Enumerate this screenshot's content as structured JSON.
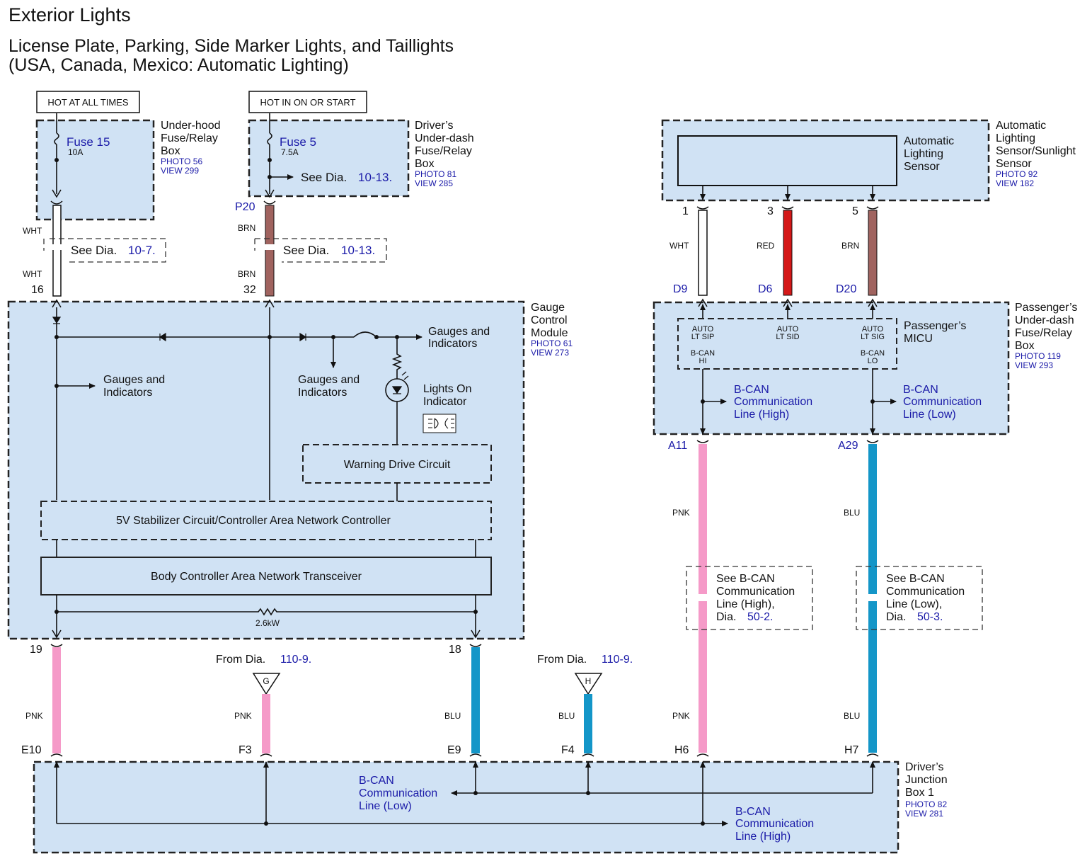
{
  "title": "Exterior Lights",
  "subtitle_line1": "License Plate, Parking, Side Marker Lights, and Taillights",
  "subtitle_line2": "(USA, Canada, Mexico: Automatic Lighting)",
  "hot_labels": {
    "at_all_times": "HOT AT ALL TIMES",
    "in_on_start": "HOT IN ON OR START"
  },
  "underhood": {
    "name_l1": "Under-hood",
    "name_l2": "Fuse/Relay",
    "name_l3": "Box",
    "photo": "PHOTO 56",
    "view": "VIEW 299",
    "fuse": "Fuse 15",
    "rating": "10A"
  },
  "underdash": {
    "name_l1": "Driver’s",
    "name_l2": "Under-dash",
    "name_l3": "Fuse/Relay",
    "name_l4": "Box",
    "photo": "PHOTO 81",
    "view": "VIEW 285",
    "fuse": "Fuse 5",
    "rating": "7.5A",
    "see": "See  Dia.",
    "see_ref": "10-13."
  },
  "splices": {
    "left_see": "See Dia.",
    "left_ref": "10-7.",
    "mid_see": "See Dia.",
    "mid_ref": "10-13."
  },
  "wires": {
    "wht": "WHT",
    "brn": "BRN",
    "red": "RED",
    "pnk": "PNK",
    "blu": "BLU",
    "pin16": "16",
    "pin32": "32",
    "p20": "P20",
    "pin1": "1",
    "pin3": "3",
    "pin5": "5",
    "d9": "D9",
    "d6": "D6",
    "d20": "D20",
    "a11": "A11",
    "a29": "A29",
    "pin19": "19",
    "pin18": "18",
    "e10": "E10",
    "f3": "F3",
    "e9": "E9",
    "f4": "F4",
    "h6": "H6",
    "h7": "H7"
  },
  "gauge": {
    "name_l1": "Gauge",
    "name_l2": "Control",
    "name_l3": "Module",
    "photo": "PHOTO 61",
    "view": "VIEW 273",
    "gi_right_l1": "Gauges and",
    "gi_right_l2": "Indicators",
    "gi_left_l1": "Gauges and",
    "gi_left_l2": "Indicators",
    "gi_mid_l1": "Gauges and",
    "gi_mid_l2": "Indicators",
    "lights_l1": "Lights On",
    "lights_l2": "Indicator",
    "warning": "Warning Drive Circuit",
    "stabilizer": "5V Stabilizer Circuit/Controller Area Network Controller",
    "transceiver": "Body Controller Area Network Transceiver",
    "resistor": "2.6kW"
  },
  "sensor": {
    "inner_l1": "Automatic",
    "inner_l2": "Lighting",
    "inner_l3": "Sensor",
    "name_l1": "Automatic",
    "name_l2": "Lighting",
    "name_l3": "Sensor/Sunlight",
    "name_l4": "Sensor",
    "photo": "PHOTO 92",
    "view": "VIEW 182"
  },
  "micu": {
    "name_l1": "Passenger’s",
    "name_l2": "MICU",
    "box_l1": "Passenger’s",
    "box_l2": "Under-dash",
    "box_l3": "Fuse/Relay",
    "box_l4": "Box",
    "photo": "PHOTO 119",
    "view": "VIEW 293",
    "auto1_l1": "AUTO",
    "auto1_l2": "LT SIP",
    "auto2_l1": "AUTO",
    "auto2_l2": "LT SID",
    "auto3_l1": "AUTO",
    "auto3_l2": "LT SIG",
    "bcan_hi_l1": "B-CAN",
    "bcan_hi_l2": "HI",
    "bcan_lo_l1": "B-CAN",
    "bcan_lo_l2": "LO",
    "bc_high_l1": "B-CAN",
    "bc_high_l2": "Communication",
    "bc_high_l3": "Line (High)",
    "bc_low_l1": "B-CAN",
    "bc_low_l2": "Communication",
    "bc_low_l3": "Line (Low)"
  },
  "see_bcan": {
    "high_l1": "See B-CAN",
    "high_l2": "Communication",
    "high_l3": "Line (High),",
    "high_l4": "Dia.",
    "high_ref": "50-2.",
    "low_l1": "See B-CAN",
    "low_l2": "Communication",
    "low_l3": "Line (Low),",
    "low_l4": "Dia.",
    "low_ref": "50-3."
  },
  "from": {
    "g_text": "From Dia.",
    "g_ref": "110-9.",
    "g_sym": "G",
    "h_text": "From Dia.",
    "h_ref": "110-9.",
    "h_sym": "H"
  },
  "junction": {
    "name_l1": "Driver’s",
    "name_l2": "Junction",
    "name_l3": "Box 1",
    "photo": "PHOTO 82",
    "view": "VIEW 281",
    "low_l1": "B-CAN",
    "low_l2": "Communication",
    "low_l3": "Line (Low)",
    "high_l1": "B-CAN",
    "high_l2": "Communication",
    "high_l3": "Line (High)"
  },
  "colors": {
    "pnk": "#f59ac8",
    "blu": "#1496c8",
    "brn": "#a0635f",
    "red": "#d41818",
    "box_fill": "#d0e2f4",
    "ref_blue": "#1a1aa8"
  }
}
